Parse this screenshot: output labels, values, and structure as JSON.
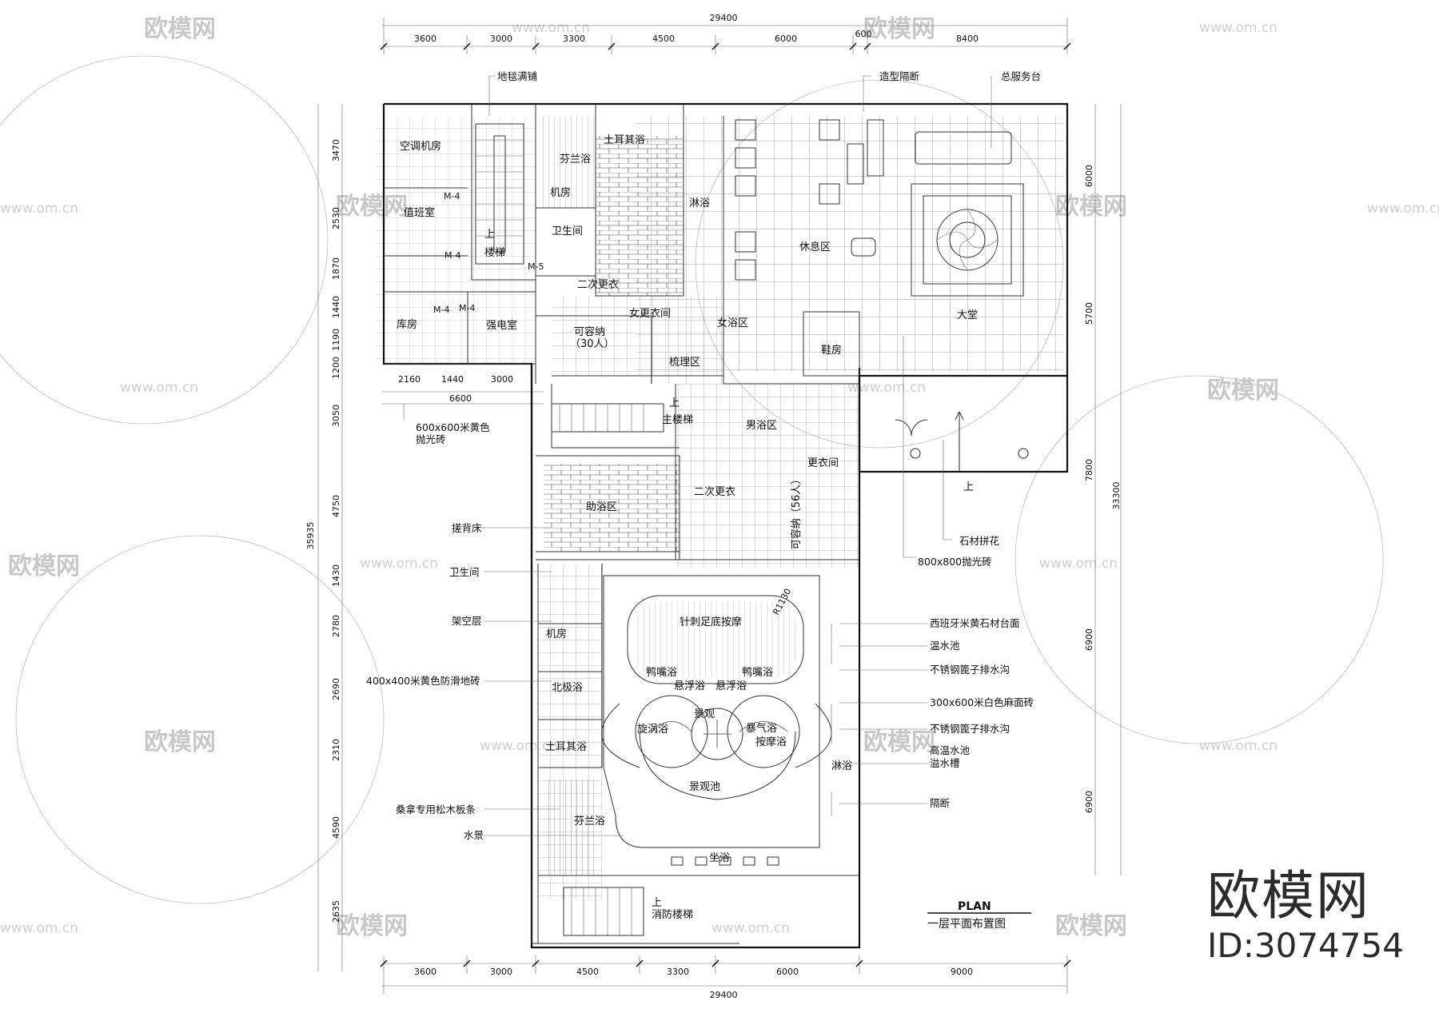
{
  "overall": {
    "top": "29400",
    "bottom": "29400",
    "left": "35935",
    "right": "33300"
  },
  "top_dims": [
    "3600",
    "3000",
    "3300",
    "4500",
    "6000",
    "600",
    "8400"
  ],
  "bottom_dims": [
    "3600",
    "3000",
    "4500",
    "3300",
    "6000",
    "9000"
  ],
  "left_dims": [
    "3470",
    "2530",
    "1870",
    "1440",
    "1190",
    "1200",
    "3050",
    "4750",
    "1430",
    "2780",
    "2690",
    "2310",
    "4590",
    "2635"
  ],
  "right_dims": [
    "6000",
    "5700",
    "7800",
    "6900",
    "6900"
  ],
  "inner_dims": [
    "2160",
    "1440",
    "3000",
    "6600"
  ],
  "rooms": {
    "ac_room": "空调机房",
    "duty_room": "值班室",
    "stairs": "楼梯",
    "up": "上",
    "storage": "库房",
    "power_room": "强电室",
    "finnish_top": "芬兰浴",
    "turkish_top": "土耳其浴",
    "machine_top": "机房",
    "toilet_top": "卫生间",
    "shower_top": "淋浴",
    "second_change_f": "二次更衣",
    "women_change": "女更衣间",
    "capacity_30": "可容纳",
    "capacity_30b": "（30人）",
    "grooming": "梳理区",
    "women_bath": "女浴区",
    "lounge": "休息区",
    "lobby": "大堂",
    "shoe_room": "鞋房",
    "main_stairs": "主楼梯",
    "men_bath": "男浴区",
    "change_room": "更衣间",
    "assist_bath": "助浴区",
    "second_change_m": "二次更衣",
    "capacity_56": "可容纳（56人）",
    "machine_low": "机房",
    "arctic": "北极浴",
    "turkish_low": "土耳其浴",
    "finnish_low": "芬兰浴",
    "foot_massage": "针刺足底按摩",
    "radius": "R1130",
    "duck_l": "鸭嘴浴",
    "duck_r": "鸭嘴浴",
    "float_l": "悬浮浴",
    "float_r": "悬浮浴",
    "landscape": "景观",
    "whirl": "旋涡浴",
    "storm": "暴气浴",
    "massage": "按摩浴",
    "landscape_pool": "景观池",
    "sit_bath": "坐浴",
    "shower_low": "淋浴",
    "fire_stairs": "消防楼梯"
  },
  "door_tags": [
    "M-4",
    "M-4",
    "M-5",
    "M-4",
    "M-4"
  ],
  "annotations": {
    "carpet": "地毯满铺",
    "partition_top": "造型隔断",
    "reception": "总服务台",
    "tile_600_1": "600x600米黄色",
    "tile_600_2": "抛光砖",
    "scrub_bed": "搓背床",
    "toilet": "卫生间",
    "overhead": "架空层",
    "tile_400": "400x400米黄色防滑地砖",
    "sauna_wood": "桑拿专用松木板条",
    "waterscape": "水景",
    "stone_inlay": "石材拼花",
    "tile_800": "800x800抛光砖",
    "spain_stone": "西班牙米黄石材台面",
    "warm_pool": "温水池",
    "drain_1": "不锈钢篦子排水沟",
    "tile_300": "300x600米白色麻面砖",
    "drain_2": "不锈钢篦子排水沟",
    "hot_pool": "高温水池",
    "overflow": "溢水槽",
    "partition_low": "隔断"
  },
  "title": {
    "plan": "PLAN",
    "caption": "一层平面布置图"
  },
  "watermark": {
    "text": "欧模网",
    "url": "www.om.cn"
  },
  "brand": {
    "logo": "欧模网",
    "id": "ID:3074754"
  }
}
